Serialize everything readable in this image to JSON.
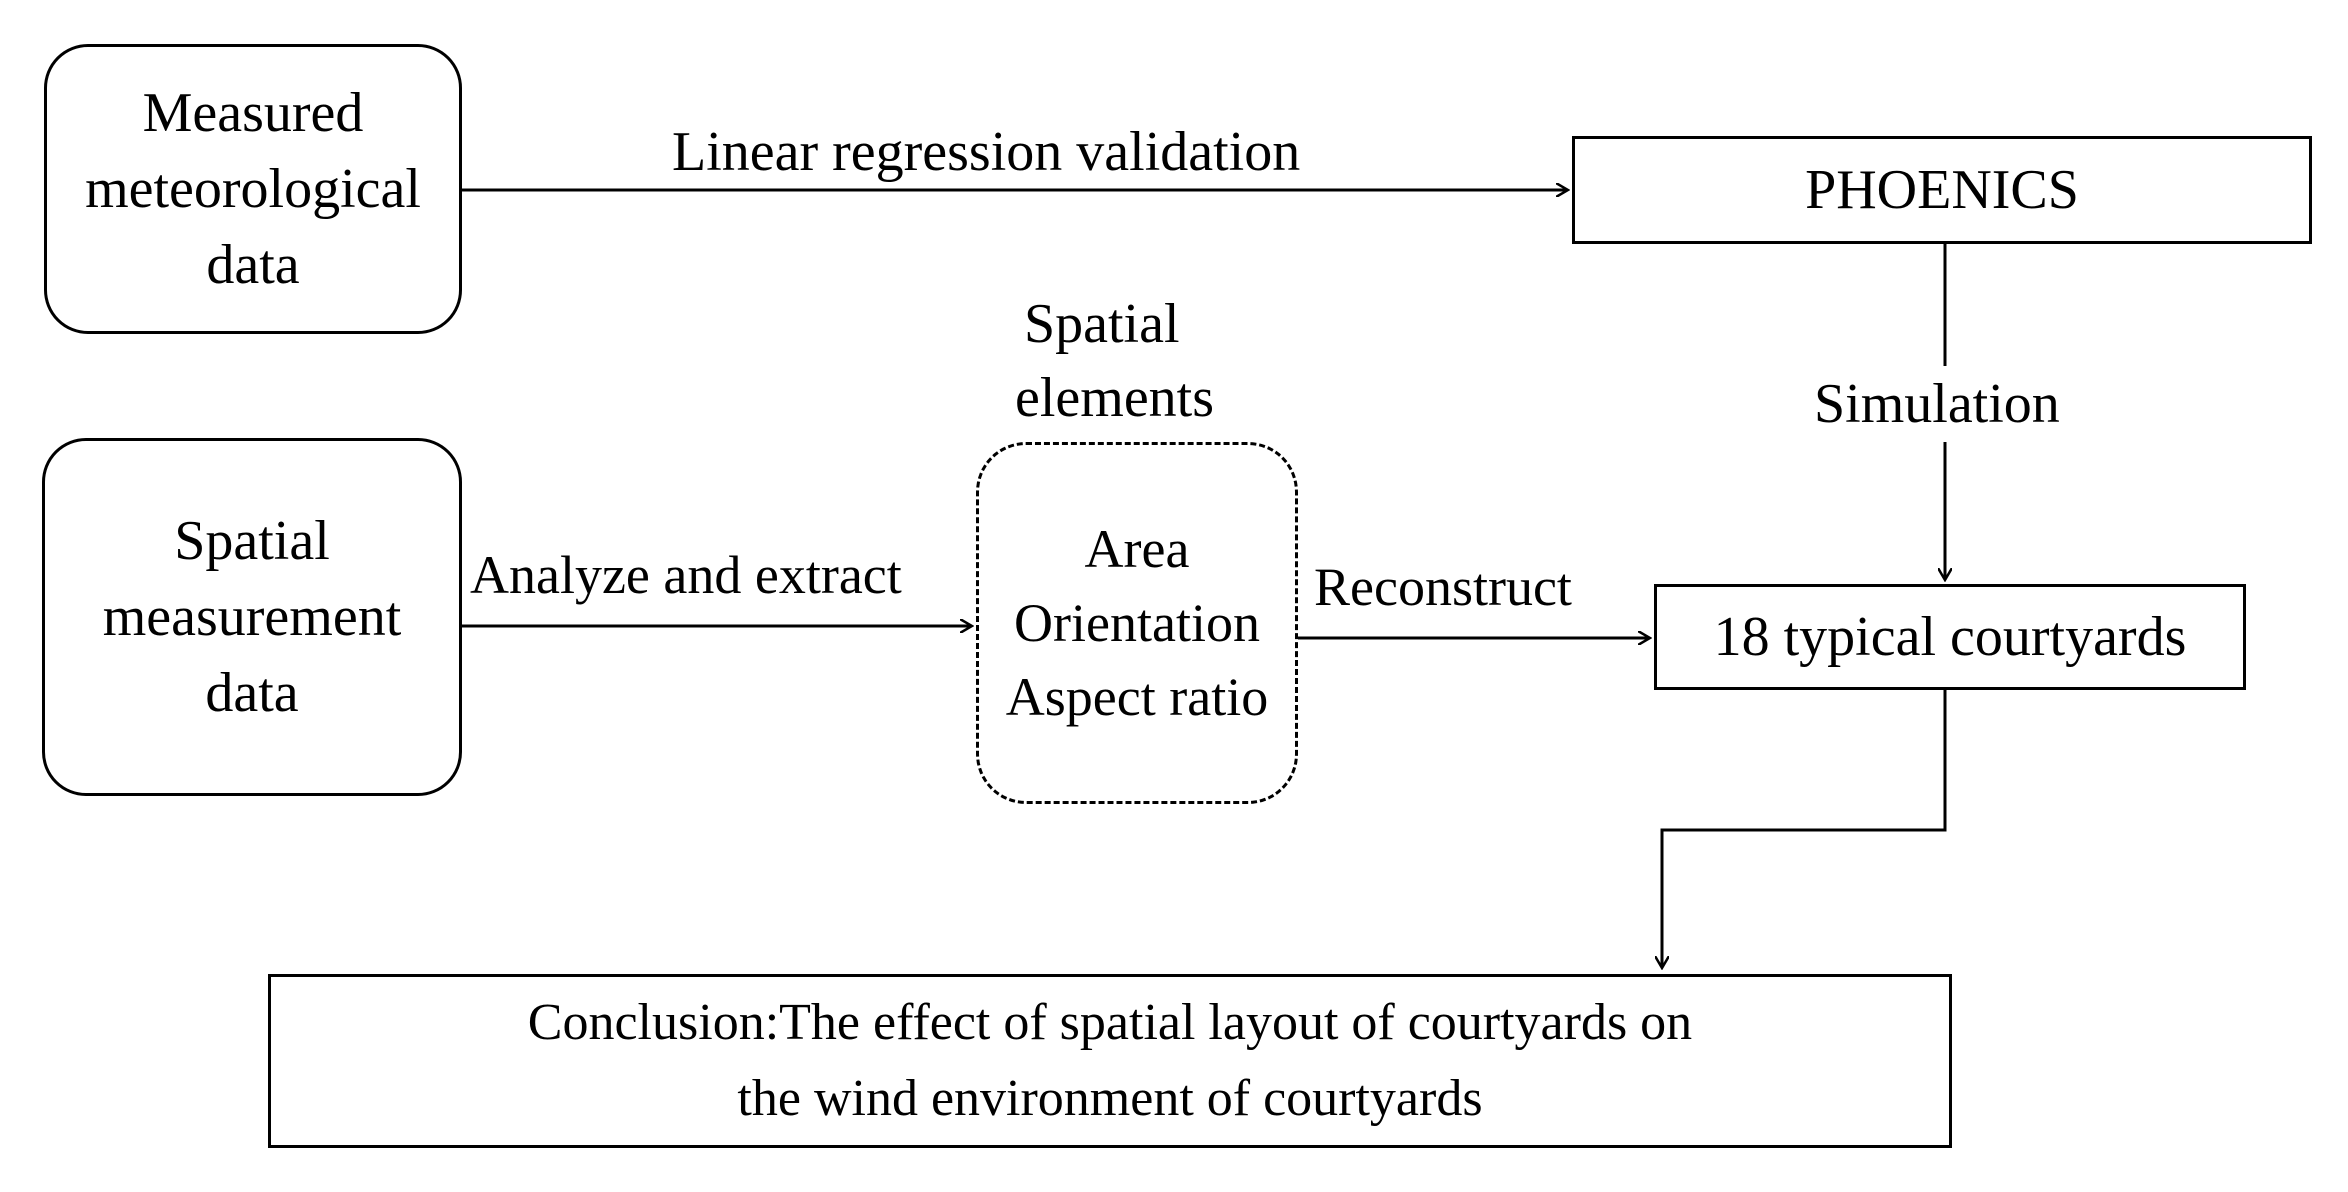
{
  "nodes": {
    "measured_met": {
      "lines": [
        "Measured",
        "meteorological",
        "data"
      ]
    },
    "spatial_meas": {
      "lines": [
        "Spatial",
        "measurement",
        "data"
      ]
    },
    "phoenics": {
      "label": "PHOENICS"
    },
    "elements": {
      "lines": [
        "Area",
        "Orientation",
        "Aspect ratio"
      ]
    },
    "courtyards": {
      "label": "18 typical courtyards"
    },
    "conclusion": {
      "lines": [
        "Conclusion:The effect of spatial layout of courtyards on",
        "the wind environment of courtyards"
      ]
    }
  },
  "labels": {
    "linear_regression": "Linear regression validation",
    "spatial_elements_1": "Spatial",
    "spatial_elements_2": "elements",
    "analyze": "Analyze and extract",
    "reconstruct": "Reconstruct",
    "simulation": "Simulation"
  }
}
